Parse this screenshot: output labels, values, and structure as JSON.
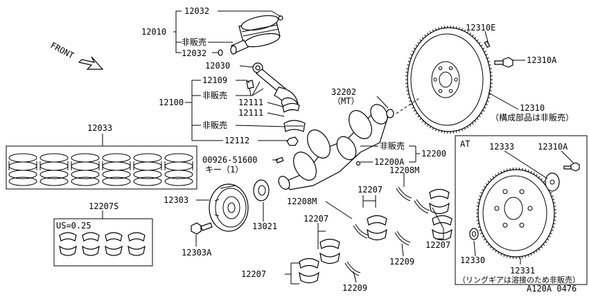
{
  "labels": {
    "l12032a": "12032",
    "l12010": "12010",
    "l_hihanbai1": "非販売",
    "l12032b": "12032",
    "l12030": "12030",
    "l12109": "12109",
    "l_hihanbai2": "非販売",
    "l12100": "12100",
    "l12111a": "12111",
    "l12111b": "12111",
    "l_hihanbai3": "非販売",
    "l12112": "12112",
    "l12033": "12033",
    "l00926": "00926-51600",
    "l_key": "キー（1）",
    "l12303": "12303",
    "l12303a": "12303A",
    "l13021": "13021",
    "l12207s": "12207S",
    "l_us": "US=0.25",
    "l32202": "32202",
    "l_mt": "（MT）",
    "l_hihanbai4": "非販売",
    "l12200": "12200",
    "l12200a": "12200A",
    "l12208m_a": "12208M",
    "l12208m_b": "12208M",
    "l12207a": "12207",
    "l12207b": "12207",
    "l12207c": "12207",
    "l12207d": "12207",
    "l12209a": "12209",
    "l12209b": "12209",
    "l12310e": "12310E",
    "l12310a": "12310A",
    "l12310": "12310",
    "l_kosei": "（構成部品は非販売）",
    "l_at": "AT",
    "l12333": "12333",
    "l12310a_at": "12310A",
    "l12330": "12330",
    "l12331": "12331",
    "l_ring": "（リングギアは溶接のため非販売）",
    "l_front": "FRONT",
    "l_code": "A120A 0476"
  }
}
